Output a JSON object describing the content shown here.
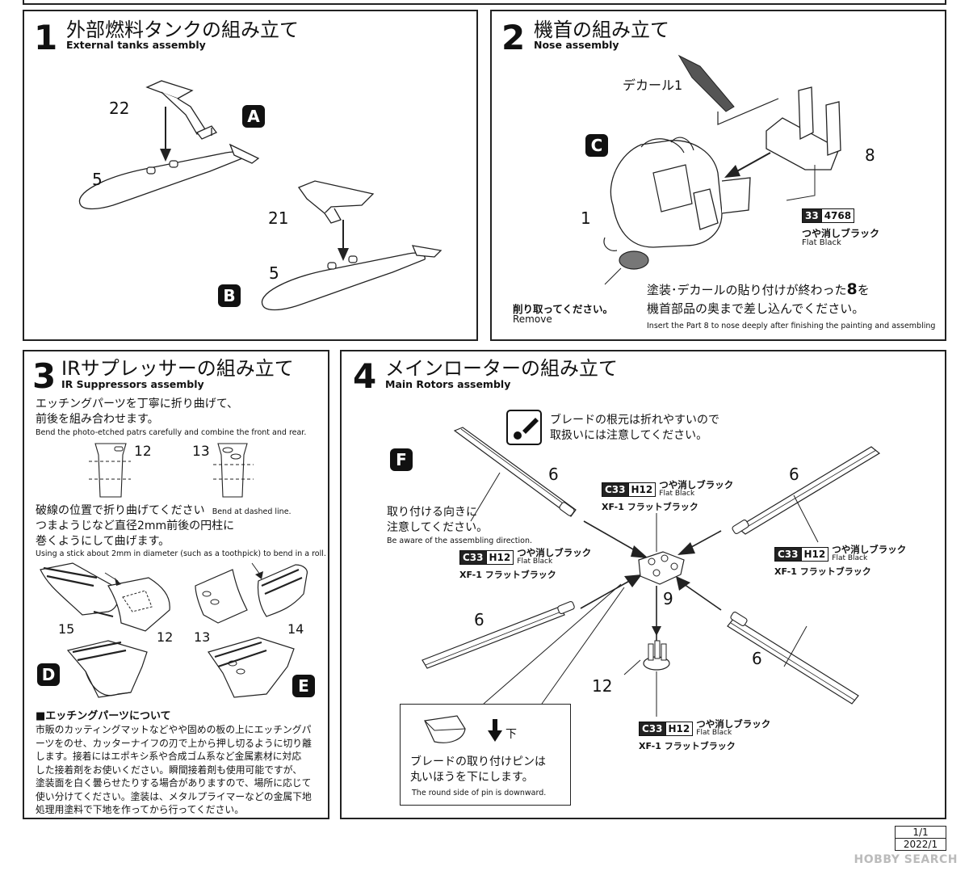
{
  "steps": {
    "s1": {
      "number": "1",
      "title_jp": "外部燃料タンクの組み立て",
      "title_en": "External tanks assembly",
      "parts": {
        "p22": "22",
        "p5a": "5",
        "p21": "21",
        "p5b": "5"
      },
      "markers": {
        "a": "A",
        "b": "B"
      }
    },
    "s2": {
      "number": "2",
      "title_jp": "機首の組み立て",
      "title_en": "Nose assembly",
      "decal": "デカール1",
      "part1": "1",
      "part8": "8",
      "marker": "C",
      "color_code": "33",
      "color_num": "4768",
      "color_jp": "つや消しブラック",
      "color_en": "Flat Black",
      "remove_jp": "削り取ってください。",
      "remove_en": "Remove",
      "note_jp_1a": "塗装･デカールの貼り付けが終わった",
      "note_jp_1b": "8",
      "note_jp_1c": "を",
      "note_jp_2": "機首部品の奥まで差し込んでください。",
      "note_en": "Insert the Part 8 to nose deeply after finishing the painting and assembling"
    },
    "s3": {
      "number": "3",
      "title_jp": "IRサプレッサーの組み立て",
      "title_en": "IR Suppressors assembly",
      "text1_jp_1": "エッチングパーツを丁寧に折り曲げて、",
      "text1_jp_2": "前後を組み合わせます。",
      "text1_en": "Bend the photo-etched patrs carefully and combine the front and rear.",
      "p12a": "12",
      "p13a": "13",
      "text2_jp": "破線の位置で折り曲げてください",
      "text2_en": "Bend at dashed line.",
      "text3_jp_1": "つまようじなど直径2mm前後の円柱に",
      "text3_jp_2": "巻くようにして曲げます。",
      "text3_en": "Using a stick about 2mm in diameter (such as a toothpick) to bend in a roll.",
      "p15": "15",
      "p12b": "12",
      "p13b": "13",
      "p14": "14",
      "marker_d": "D",
      "marker_e": "E",
      "etch_head": "■エッチングパーツについて",
      "etch_lines": [
        "市販のカッティングマットなどやや固めの板の上にエッチングパ",
        "ーツをのせ、カッターナイフの刃で上から押し切るように切り離",
        "します。接着にはエポキシ系や合成ゴム系など金属素材に対応",
        "した接着剤をお使いください。瞬間接着剤も使用可能ですが、",
        "塗装面を白く曇らせたりする場合がありますので、場所に応じて",
        "使い分けてください。塗装は、メタルプライマーなどの金属下地",
        "処理用塗料で下地を作ってから行ってください。"
      ]
    },
    "s4": {
      "number": "4",
      "title_jp": "メインローターの組み立て",
      "title_en": "Main Rotors assembly",
      "warn_jp_1": "ブレードの根元は折れやすいので",
      "warn_jp_2": "取扱いには注意してください。",
      "marker": "F",
      "dir_jp_1": "取り付ける向きに",
      "dir_jp_2": "注意してください。",
      "dir_en": "Be aware of the assembling direction.",
      "p6a": "6",
      "p6b": "6",
      "p6c": "6",
      "p6d": "6",
      "p9": "9",
      "p12": "12",
      "paint_c": "C33",
      "paint_h": "H12",
      "paint_jp": "つや消しブラック",
      "paint_en": "Flat Black",
      "paint_xf": "XF-1 フラットブラック",
      "pin_down": "下",
      "pin_jp_1": "ブレードの取り付けピンは",
      "pin_jp_2": "丸いほうを下にします。",
      "pin_en": "The round side of pin is downward."
    }
  },
  "footer": {
    "page": "1/1",
    "date": "2022/1"
  },
  "watermark": "HOBBY SEARCH"
}
